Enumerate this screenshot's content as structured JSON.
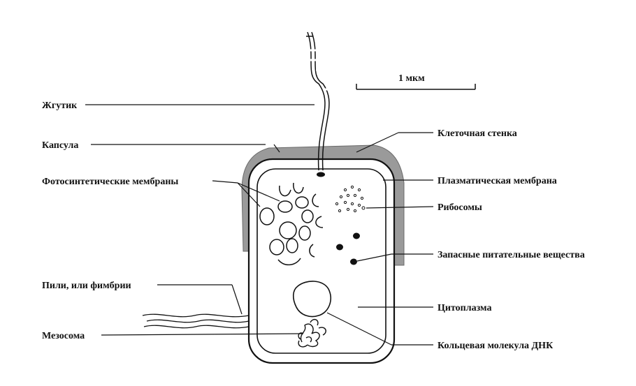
{
  "scale_bar": {
    "label": "1 мкм"
  },
  "labels": {
    "flagellum": "Жгутик",
    "capsule": "Капсула",
    "photosynthetic_membranes": "Фотосинтетические мембраны",
    "pili": "Пили, или фимбрии",
    "mesosome": "Мезосома",
    "cell_wall": "Клеточная стенка",
    "plasma_membrane": "Плазматическая мембрана",
    "ribosomes": "Рибосомы",
    "storage": "Запасные питательные вещества",
    "cytoplasm": "Цитоплазма",
    "dna": "Кольцевая молекула ДНК"
  }
}
